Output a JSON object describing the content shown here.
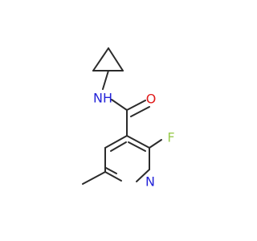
{
  "molecule": {
    "atoms": {
      "nh": {
        "label": "NH"
      },
      "o": {
        "label": "O"
      },
      "f": {
        "label": "F"
      },
      "n": {
        "label": "N"
      }
    }
  },
  "colors": {
    "bond": "#2b2b2b",
    "nitrogen": "#2323d8",
    "oxygen": "#e01a1a",
    "fluorine": "#9acb4f"
  }
}
